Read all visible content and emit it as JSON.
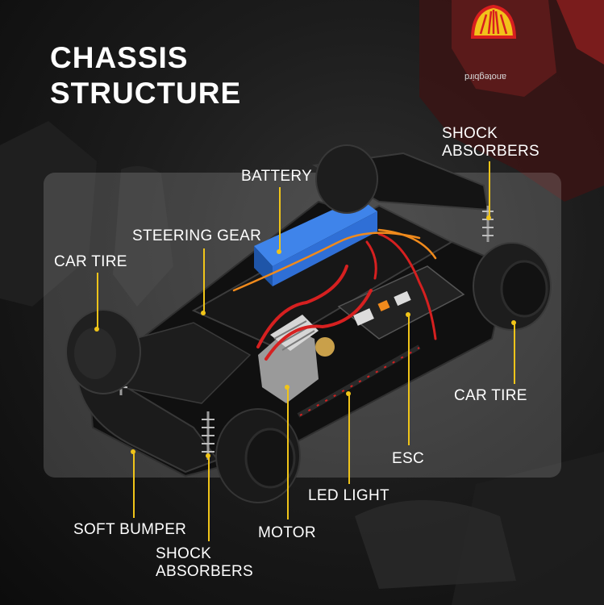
{
  "title": {
    "line1": "CHASSIS",
    "line2": "STRUCTURE"
  },
  "labels": {
    "battery": "BATTERY",
    "shock_top_line1": "SHOCK",
    "shock_top_line2": "ABSORBERS",
    "steering_gear": "STEERING GEAR",
    "car_tire_left": "CAR TIRE",
    "car_tire_right": "CAR TIRE",
    "esc": "ESC",
    "led_light": "LED LIGHT",
    "soft_bumper": "SOFT BUMPER",
    "motor": "MOTOR",
    "shock_bottom_line1": "SHOCK",
    "shock_bottom_line2": "ABSORBERS"
  },
  "background": {
    "sponsor_text": "anotegbird"
  },
  "colors": {
    "accent": "#f0c419",
    "battery": "#2f6fd6",
    "wire_red": "#d62020",
    "wire_orange": "#f08a1c",
    "shell_red": "#d81f1f",
    "shell_yellow": "#f2c21b"
  }
}
